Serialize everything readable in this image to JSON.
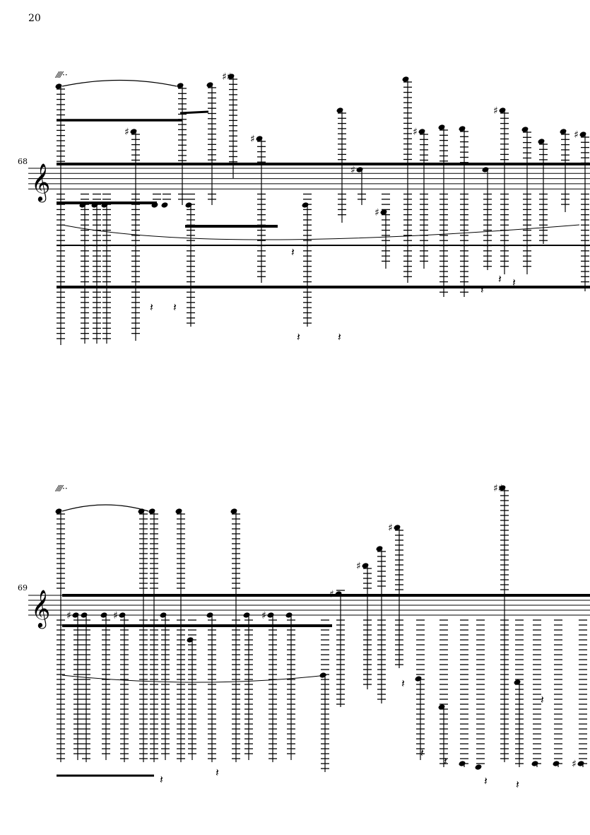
{
  "page_number": "20",
  "systems": [
    {
      "measure_number": "68",
      "clef": "treble"
    },
    {
      "measure_number": "69",
      "clef": "treble"
    }
  ],
  "colors": {
    "ink": "#000000",
    "paper": "#ffffff"
  }
}
